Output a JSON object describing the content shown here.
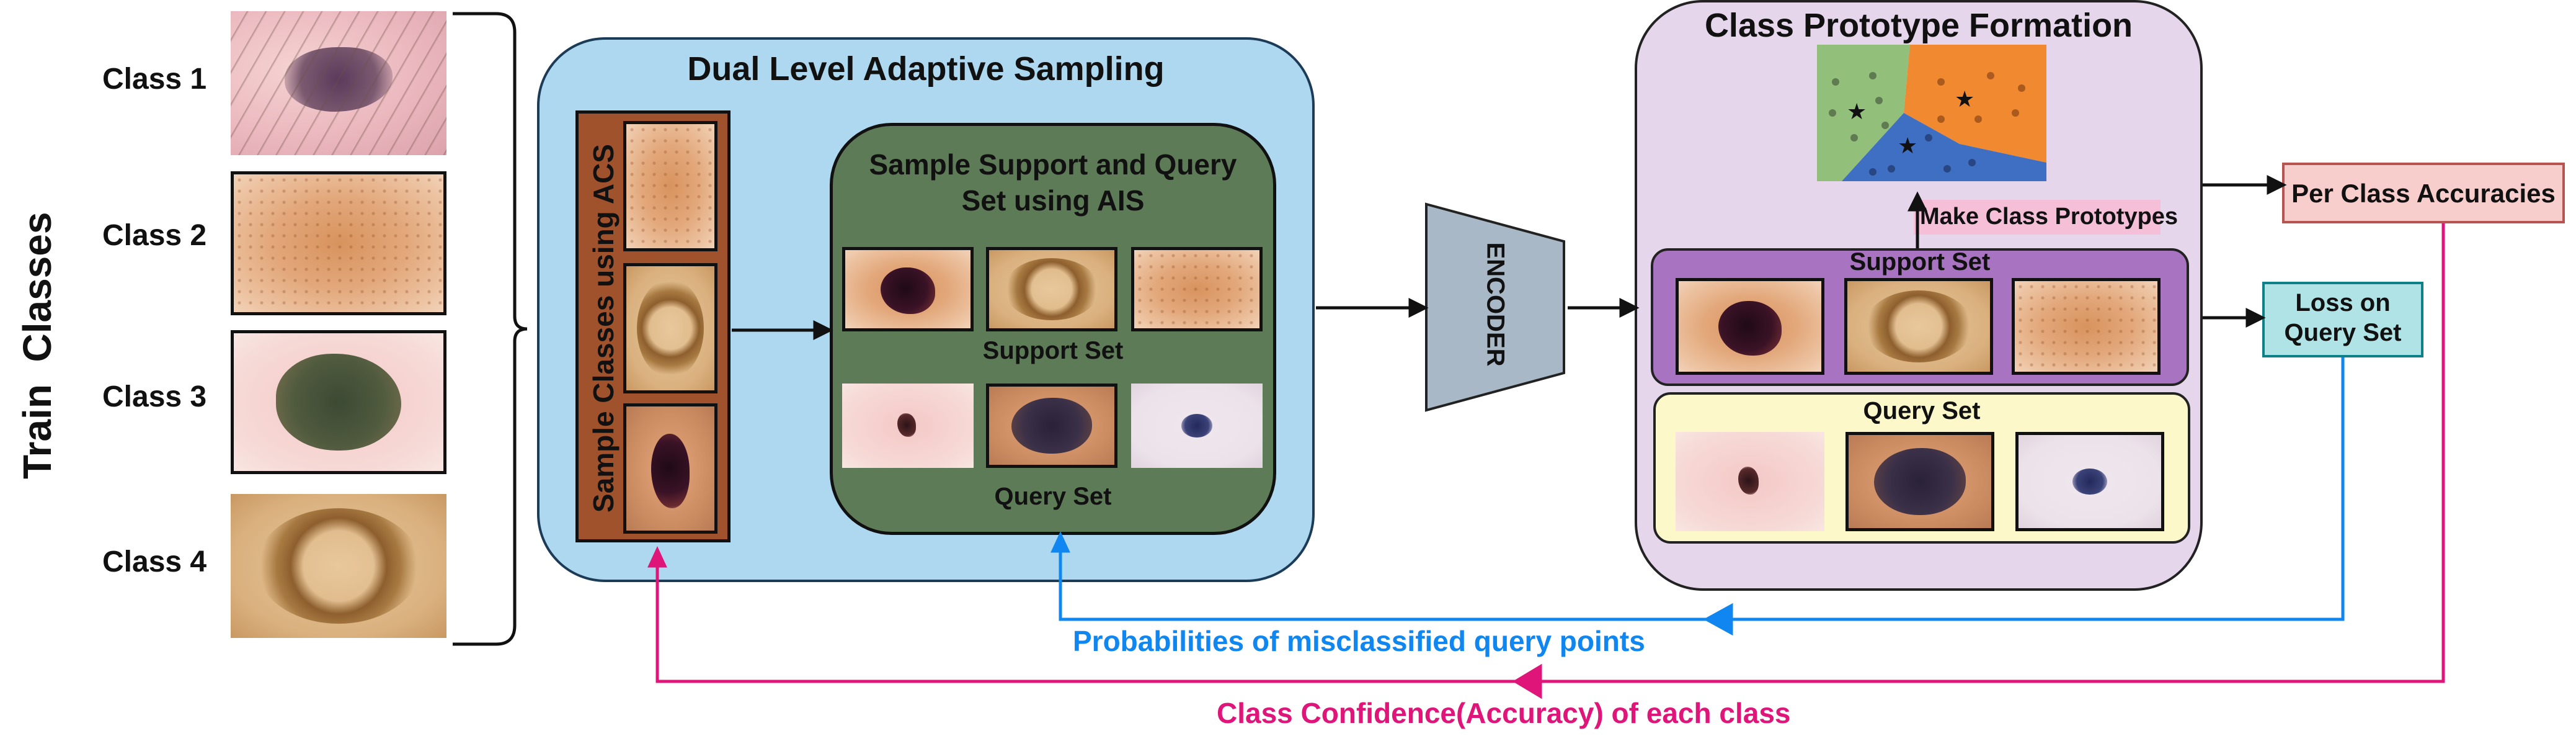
{
  "side_label": "Train  Classes",
  "classes": [
    "Class 1",
    "Class 2",
    "Class 3",
    "Class 4"
  ],
  "dual_level": {
    "title": "Dual Level Adaptive Sampling",
    "acs_label": "Sample Classes using ACS",
    "ais_title_line1": "Sample Support and Query",
    "ais_title_line2": "Set using AIS",
    "support_label": "Support Set",
    "query_label": "Query Set"
  },
  "encoder_label": "ENCODER",
  "prototype": {
    "title": "Class Prototype Formation",
    "make_label": "Make Class Prototypes",
    "support_label": "Support Set",
    "query_label": "Query Set"
  },
  "outputs": {
    "per_class": "Per Class Accuracies",
    "loss_line1": "Loss on",
    "loss_line2": "Query Set"
  },
  "feedback": {
    "blue": "Probabilities of misclassified query points",
    "pink": "Class Confidence(Accuracy) of each class"
  },
  "colors": {
    "dual_bg": "#add8ef",
    "acs_bg": "#a0522d",
    "ais_bg": "#5e7b57",
    "proto_bg": "#e6d6ec",
    "support_bg": "#a873c0",
    "query_bg": "#fdf8c9",
    "encoder": "#a9b8c6",
    "per_class_bg": "#f8cecc",
    "loss_bg": "#b0e3e6",
    "blue_arrow": "#0f86f0",
    "pink_arrow": "#e0157a"
  }
}
